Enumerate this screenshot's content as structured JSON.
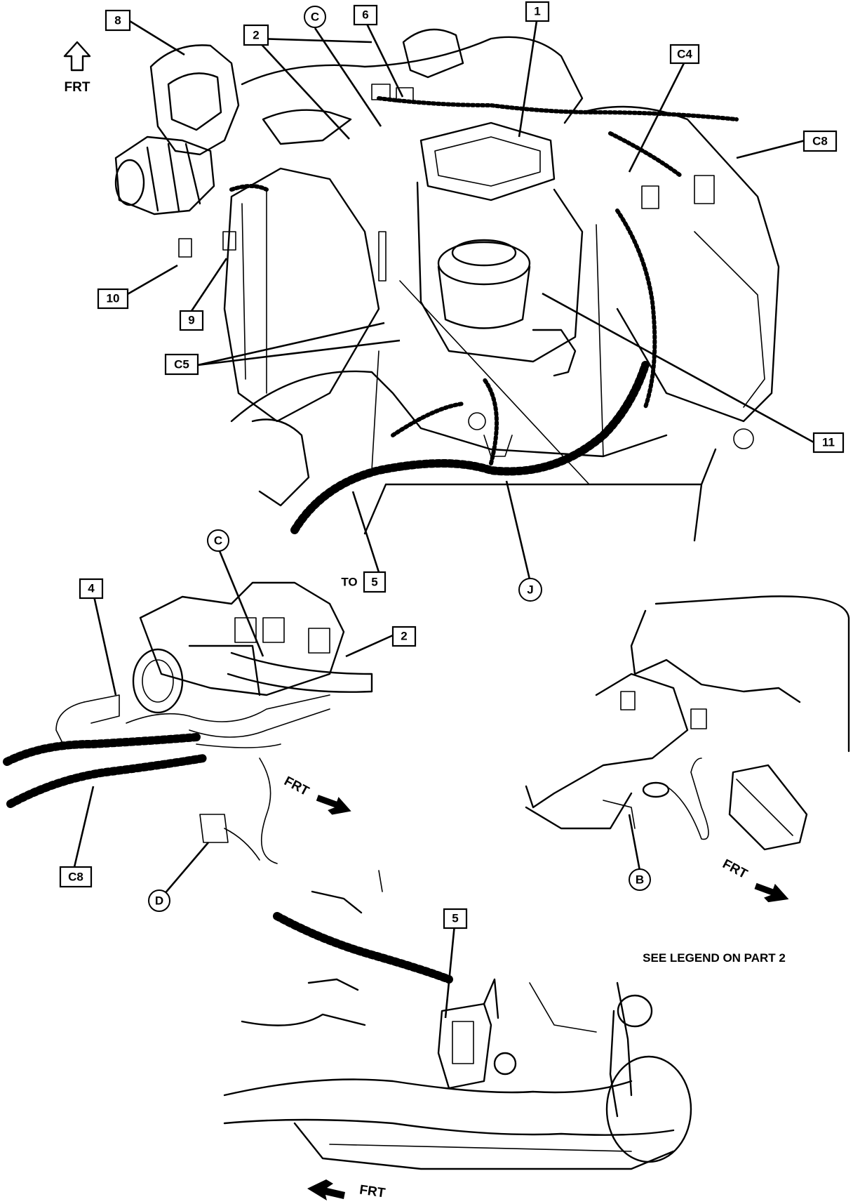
{
  "labels": {
    "l1": "1",
    "l2": "2",
    "l4": "4",
    "l5": "5",
    "l6": "6",
    "l8": "8",
    "l9": "9",
    "l10": "10",
    "l11": "11",
    "c": "C",
    "c4": "C4",
    "c5": "C5",
    "c8": "C8",
    "j": "J",
    "b": "B",
    "d": "D",
    "to": "TO",
    "frt": "FRT"
  },
  "legend_note": "SEE LEGEND ON PART 2"
}
